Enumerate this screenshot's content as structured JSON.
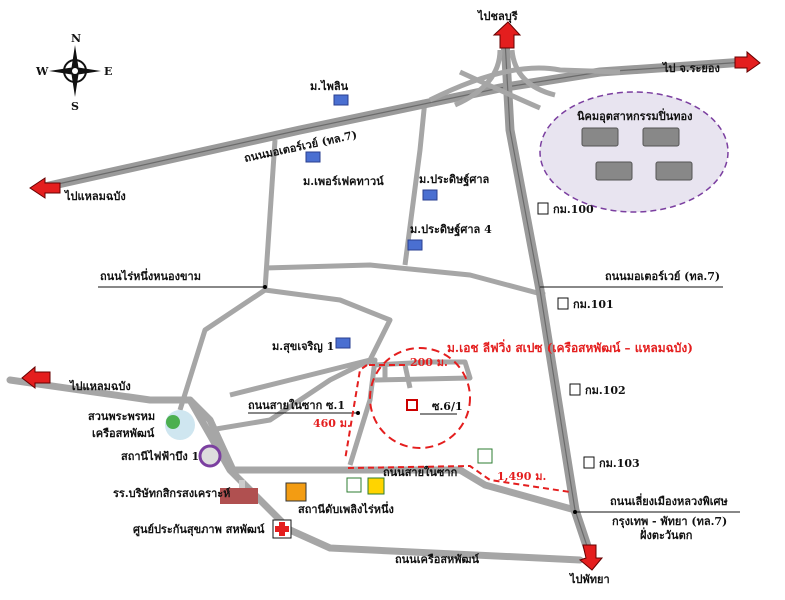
{
  "compass": {
    "n": "N",
    "s": "S",
    "e": "E",
    "w": "W"
  },
  "destinations": {
    "chonburi": "ไปชลบุรี",
    "rayong": "ไป จ.ระยอง",
    "laem_chabang_top": "ไปแหลมฉบัง",
    "laem_chabang_left": "ไปแหลมฉบัง",
    "pattaya": "ไปพัทยา"
  },
  "roads": {
    "motorway_diag": "ถนนมอเตอร์เวย์ (ทล.7)",
    "motorway_right": "ถนนมอเตอร์เวย์ (ทล.7)",
    "rai_nueng": "ถนนไร่หนึ่งหนองขาม",
    "sai_nai_sak_1": "ถนนสายในซาก ซ.1",
    "sai_nai_sak": "ถนนสายในซาก",
    "khruea": "ถนนเครือสหพัฒน์",
    "bypass_1": "ถนนเลี่ยงเมืองหลวงพิเศษ",
    "bypass_2": "กรุงเทพ - พัทยา (ทล.7)",
    "bypass_3": "ฝั่งตะวันตก",
    "soi": "ซ.6/1"
  },
  "places": {
    "phailin": "ม.ไพลิน",
    "perfect_town": "ม.เพอร์เฟคทาวน์",
    "pradit_san": "ม.ประดิษฐ์ศาล",
    "pradit_san_4": "ม.ประดิษฐ์ศาล 4",
    "suk_charoen": "ม.สุขเจริญ 1",
    "industrial": "นิคมอุตสาหกรรมปิ่นทอง",
    "park_1": "สวนพระพรหม",
    "park_2": "เครือสหพัฒน์",
    "substation": "สถานีไฟฟ้าบึง 1",
    "school": "รร.บริษัทกสิกรสงเคราะห์",
    "fire": "สถานีดับเพลิงไร่หนึ่ง",
    "health": "ศูนย์ประกันสุขภาพ สหพัฒน์",
    "project": "ม.เอช ลีฟวิ่ง สเปซ (เครือสหพัฒน์ – แหลมฉบัง)"
  },
  "km": [
    "กม.100",
    "กม.101",
    "กม.102",
    "กม.103"
  ],
  "distances": {
    "d200": "200 ม.",
    "d460": "460 ม.",
    "d1490": "1,490 ม."
  },
  "colors": {
    "road": "#a6a6a6",
    "accent": "#e41e1e",
    "industrial_fill": "#e8e4f0",
    "industrial_border": "#7b3fa0"
  }
}
